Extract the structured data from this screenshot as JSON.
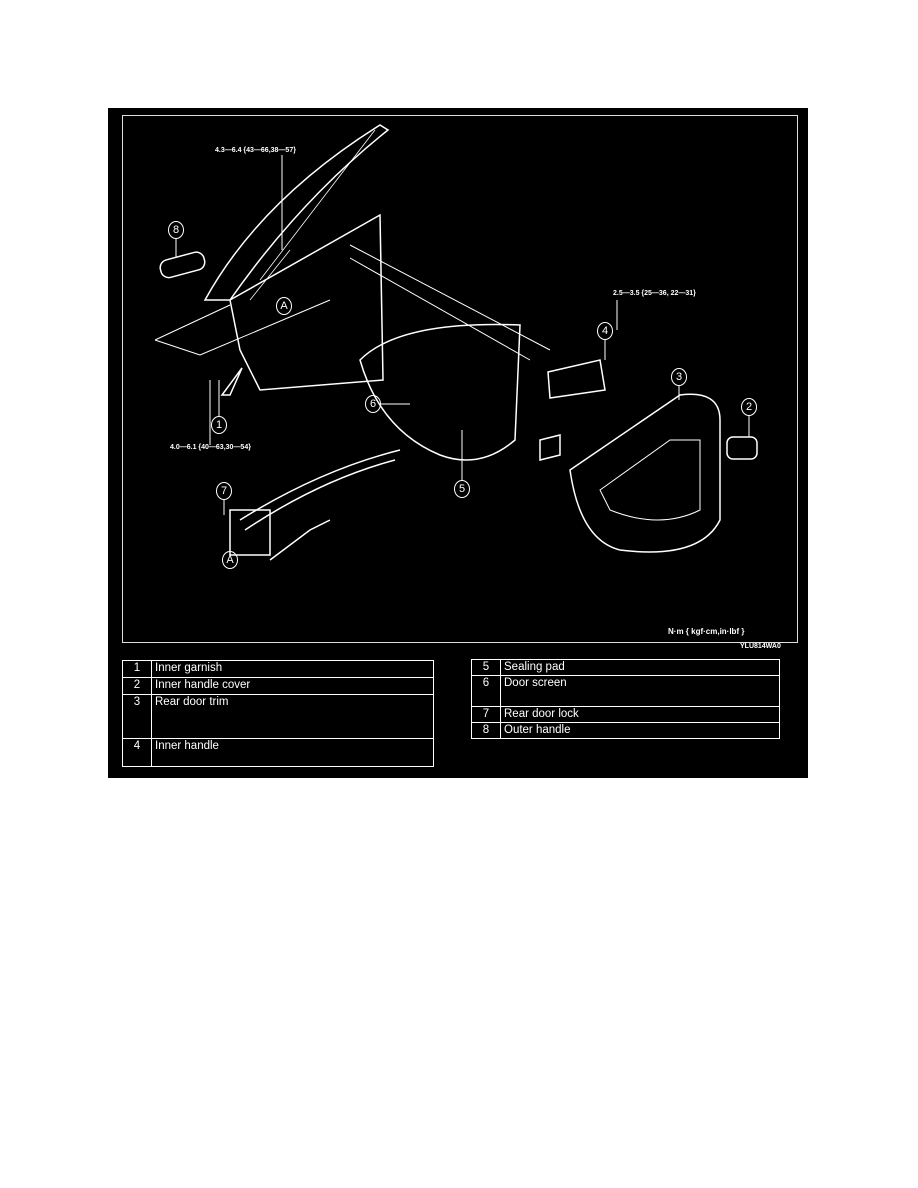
{
  "diagram": {
    "torque_labels": {
      "top": "4.3—6.4 {43—66,38—57}",
      "right": "2.5—3.5 {25—36, 22—31}",
      "left": "4.0—6.1 {40—63,30—54}"
    },
    "units": "N·m { kgf·cm,in·lbf }",
    "figure_code": "YLU814WA0",
    "callouts": [
      "1",
      "2",
      "3",
      "4",
      "5",
      "6",
      "7",
      "8",
      "A",
      "A"
    ]
  },
  "legend_left": [
    {
      "num": "1",
      "name": "Inner garnish"
    },
    {
      "num": "2",
      "name": "Inner handle cover"
    },
    {
      "num": "3",
      "name": "Rear door trim"
    },
    {
      "num": "4",
      "name": "Inner handle"
    }
  ],
  "legend_right": [
    {
      "num": "5",
      "name": "Sealing pad"
    },
    {
      "num": "6",
      "name": "Door screen"
    },
    {
      "num": "7",
      "name": "Rear door lock"
    },
    {
      "num": "8",
      "name": "Outer handle"
    }
  ]
}
